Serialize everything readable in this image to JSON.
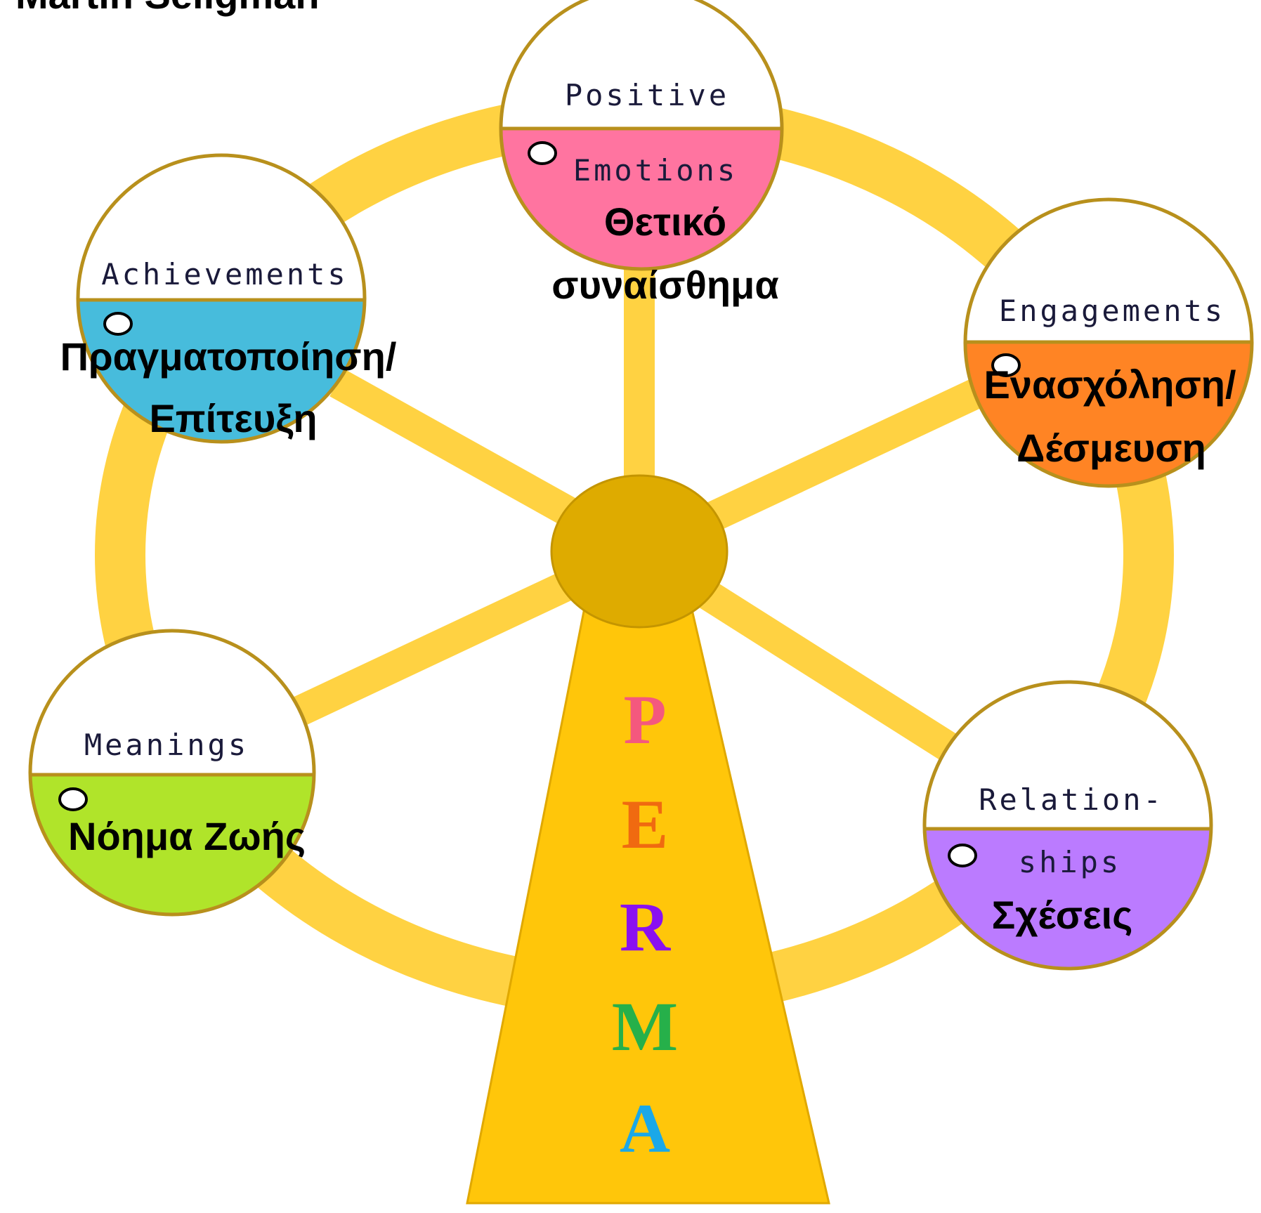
{
  "title": "Martin Seligman",
  "colors": {
    "wheel": "#ffd242",
    "wheel_edge": "#e6b020",
    "hub": "#deab00",
    "stand": "#ffc60a",
    "pod_border": "#b8901c",
    "positive": "#ff74a0",
    "engagement": "#ff8424",
    "relationships": "#bb7bff",
    "meaning": "#b0e42a",
    "achievement": "#47bcdc"
  },
  "pods": {
    "positive": {
      "en_top": "Positive",
      "en_bottom": "Emotions",
      "gr_line1": "Θετικό",
      "gr_line2": "συναίσθημα"
    },
    "engagement": {
      "en_top": "Engagements",
      "gr_line1": "Ενασχόληση/",
      "gr_line2": "Δέσμευση"
    },
    "relationships": {
      "en_top": "Relation-",
      "en_bottom": "ships",
      "gr_line1": "Σχέσεις"
    },
    "meaning": {
      "en_top": "Meanings",
      "gr_line1": "Νόημα Ζωής"
    },
    "achievement": {
      "en_top": "Achievements",
      "gr_line1": "Πραγματοποίηση/",
      "gr_line2": "Επίτευξη"
    }
  },
  "acronym": [
    {
      "letter": "P",
      "color": "#f4587e"
    },
    {
      "letter": "E",
      "color": "#f06a10"
    },
    {
      "letter": "R",
      "color": "#8a10f0"
    },
    {
      "letter": "M",
      "color": "#26b04a"
    },
    {
      "letter": "A",
      "color": "#1aa8e8"
    }
  ]
}
